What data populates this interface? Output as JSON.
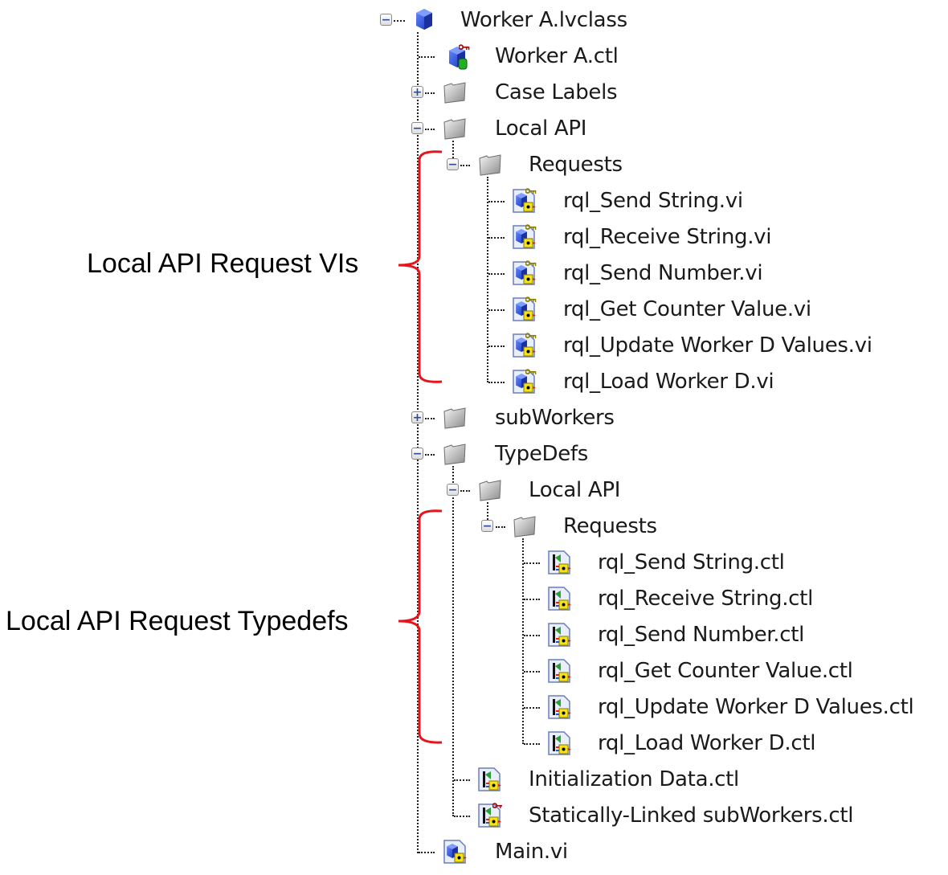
{
  "tree": {
    "root": {
      "label": "Worker A.lvclass",
      "icon": "lvclass-cube-icon",
      "expanded": true
    },
    "items": [
      {
        "label": "Worker A.ctl",
        "icon": "class-private-data-ctl-icon"
      },
      {
        "label": "Case Labels",
        "icon": "folder-icon",
        "expanded": false
      },
      {
        "label": "Local API",
        "icon": "folder-icon",
        "expanded": true
      },
      {
        "label": "Requests",
        "icon": "folder-icon",
        "expanded": true
      },
      {
        "label": "rql_Send String.vi",
        "icon": "private-vi-icon"
      },
      {
        "label": "rql_Receive String.vi",
        "icon": "private-vi-icon"
      },
      {
        "label": "rql_Send Number.vi",
        "icon": "private-vi-icon"
      },
      {
        "label": "rql_Get Counter Value.vi",
        "icon": "private-vi-icon"
      },
      {
        "label": "rql_Update Worker D Values.vi",
        "icon": "private-vi-icon"
      },
      {
        "label": "rql_Load Worker D.vi",
        "icon": "private-vi-icon"
      },
      {
        "label": "subWorkers",
        "icon": "folder-icon",
        "expanded": false
      },
      {
        "label": "TypeDefs",
        "icon": "folder-icon",
        "expanded": true
      },
      {
        "label": "Local API",
        "icon": "folder-icon",
        "expanded": true
      },
      {
        "label": "Requests",
        "icon": "folder-icon",
        "expanded": true
      },
      {
        "label": "rql_Send String.ctl",
        "icon": "typedef-ctl-icon"
      },
      {
        "label": "rql_Receive String.ctl",
        "icon": "typedef-ctl-icon"
      },
      {
        "label": "rql_Send Number.ctl",
        "icon": "typedef-ctl-icon"
      },
      {
        "label": "rql_Get Counter Value.ctl",
        "icon": "typedef-ctl-icon"
      },
      {
        "label": "rql_Update Worker D Values.ctl",
        "icon": "typedef-ctl-icon"
      },
      {
        "label": "rql_Load Worker D.ctl",
        "icon": "typedef-ctl-icon"
      },
      {
        "label": "Initialization Data.ctl",
        "icon": "typedef-ctl-icon"
      },
      {
        "label": "Statically-Linked subWorkers.ctl",
        "icon": "private-typedef-ctl-icon"
      },
      {
        "label": "Main.vi",
        "icon": "vi-icon"
      }
    ]
  },
  "annotations": {
    "request_vis": "Local API Request VIs",
    "request_typedefs": "Local API Request Typedefs"
  },
  "colors": {
    "bracket": "#e8141b",
    "text": "#1a1a1a"
  }
}
